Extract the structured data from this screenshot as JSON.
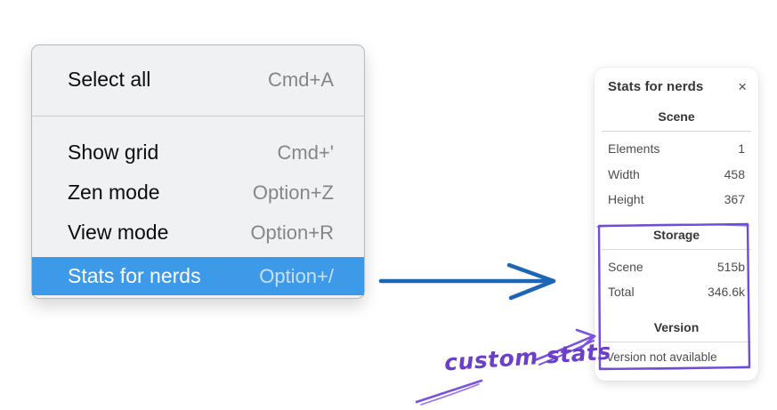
{
  "context_menu": {
    "items": [
      {
        "label": "Select all",
        "shortcut": "Cmd+A"
      },
      {
        "label": "Show grid",
        "shortcut": "Cmd+'"
      },
      {
        "label": "Zen mode",
        "shortcut": "Option+Z"
      },
      {
        "label": "View mode",
        "shortcut": "Option+R"
      },
      {
        "label": "Stats for nerds",
        "shortcut": "Option+/",
        "selected": true
      }
    ]
  },
  "stats_panel": {
    "title": "Stats for nerds",
    "close_icon": "×",
    "sections": {
      "scene": {
        "title": "Scene",
        "rows": [
          {
            "label": "Elements",
            "value": "1"
          },
          {
            "label": "Width",
            "value": "458"
          },
          {
            "label": "Height",
            "value": "367"
          }
        ]
      },
      "storage": {
        "title": "Storage",
        "rows": [
          {
            "label": "Scene",
            "value": "515b"
          },
          {
            "label": "Total",
            "value": "346.6k"
          }
        ]
      },
      "version": {
        "title": "Version",
        "note": "Version not available"
      }
    }
  },
  "annotation": {
    "label": "custom stats"
  },
  "colors": {
    "menu_highlight": "#3d9ae9",
    "arrow_blue": "#1d66b5",
    "annotation_purple": "#6d4ed4",
    "annotation_text_purple": "#6c3fc9"
  }
}
